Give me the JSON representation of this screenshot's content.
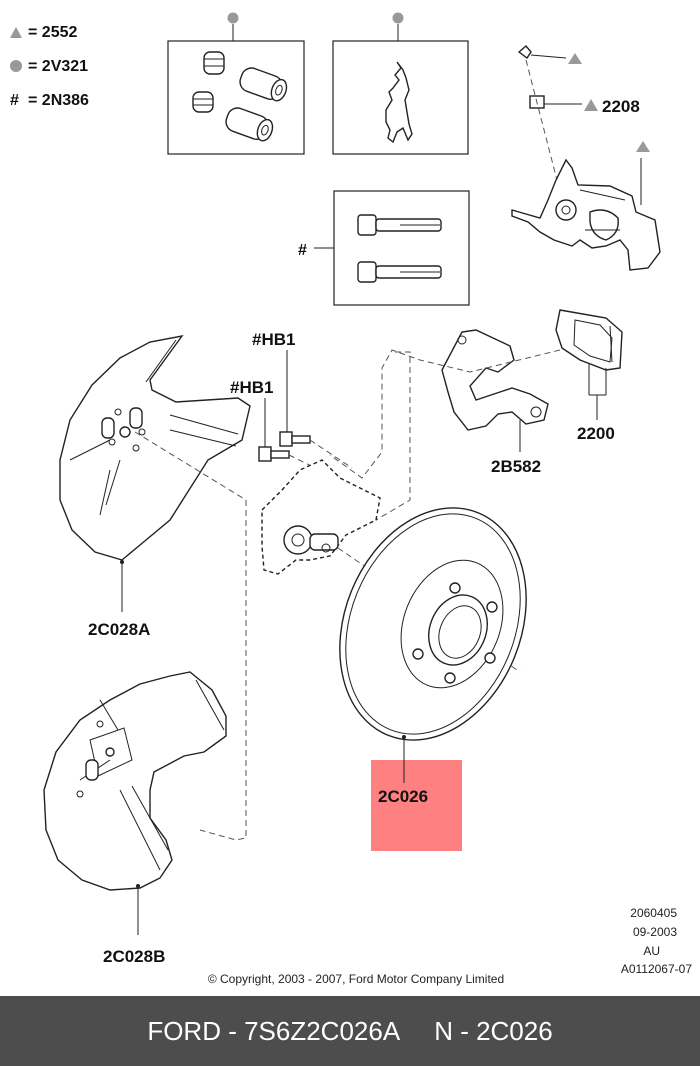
{
  "legend": [
    {
      "symbol": "triangle",
      "text": "= 2552"
    },
    {
      "symbol": "circle",
      "text": "= 2V321"
    },
    {
      "symbol": "hash",
      "text": "= 2N386"
    }
  ],
  "labels": {
    "bleeder_code": "2208",
    "hash_symbol": "#",
    "bolt_upper": "#HB1",
    "bolt_lower": "#HB1",
    "caliper_pads": "2200",
    "bracket": "2B582",
    "shield_a": "2C028A",
    "disc": "2C026",
    "shield_b": "2C028B"
  },
  "info": {
    "line1": "2060405",
    "line2": "09-2003",
    "line3": "AU",
    "line4": "A0112067-07"
  },
  "copyright": "© Copyright, 2003 - 2007, Ford Motor Company Limited",
  "footer": {
    "part": "FORD - 7S6Z2C026A",
    "number": "N - 2C026"
  },
  "colors": {
    "highlight": "#ff8080",
    "footer_bg": "#4d4d4d"
  }
}
